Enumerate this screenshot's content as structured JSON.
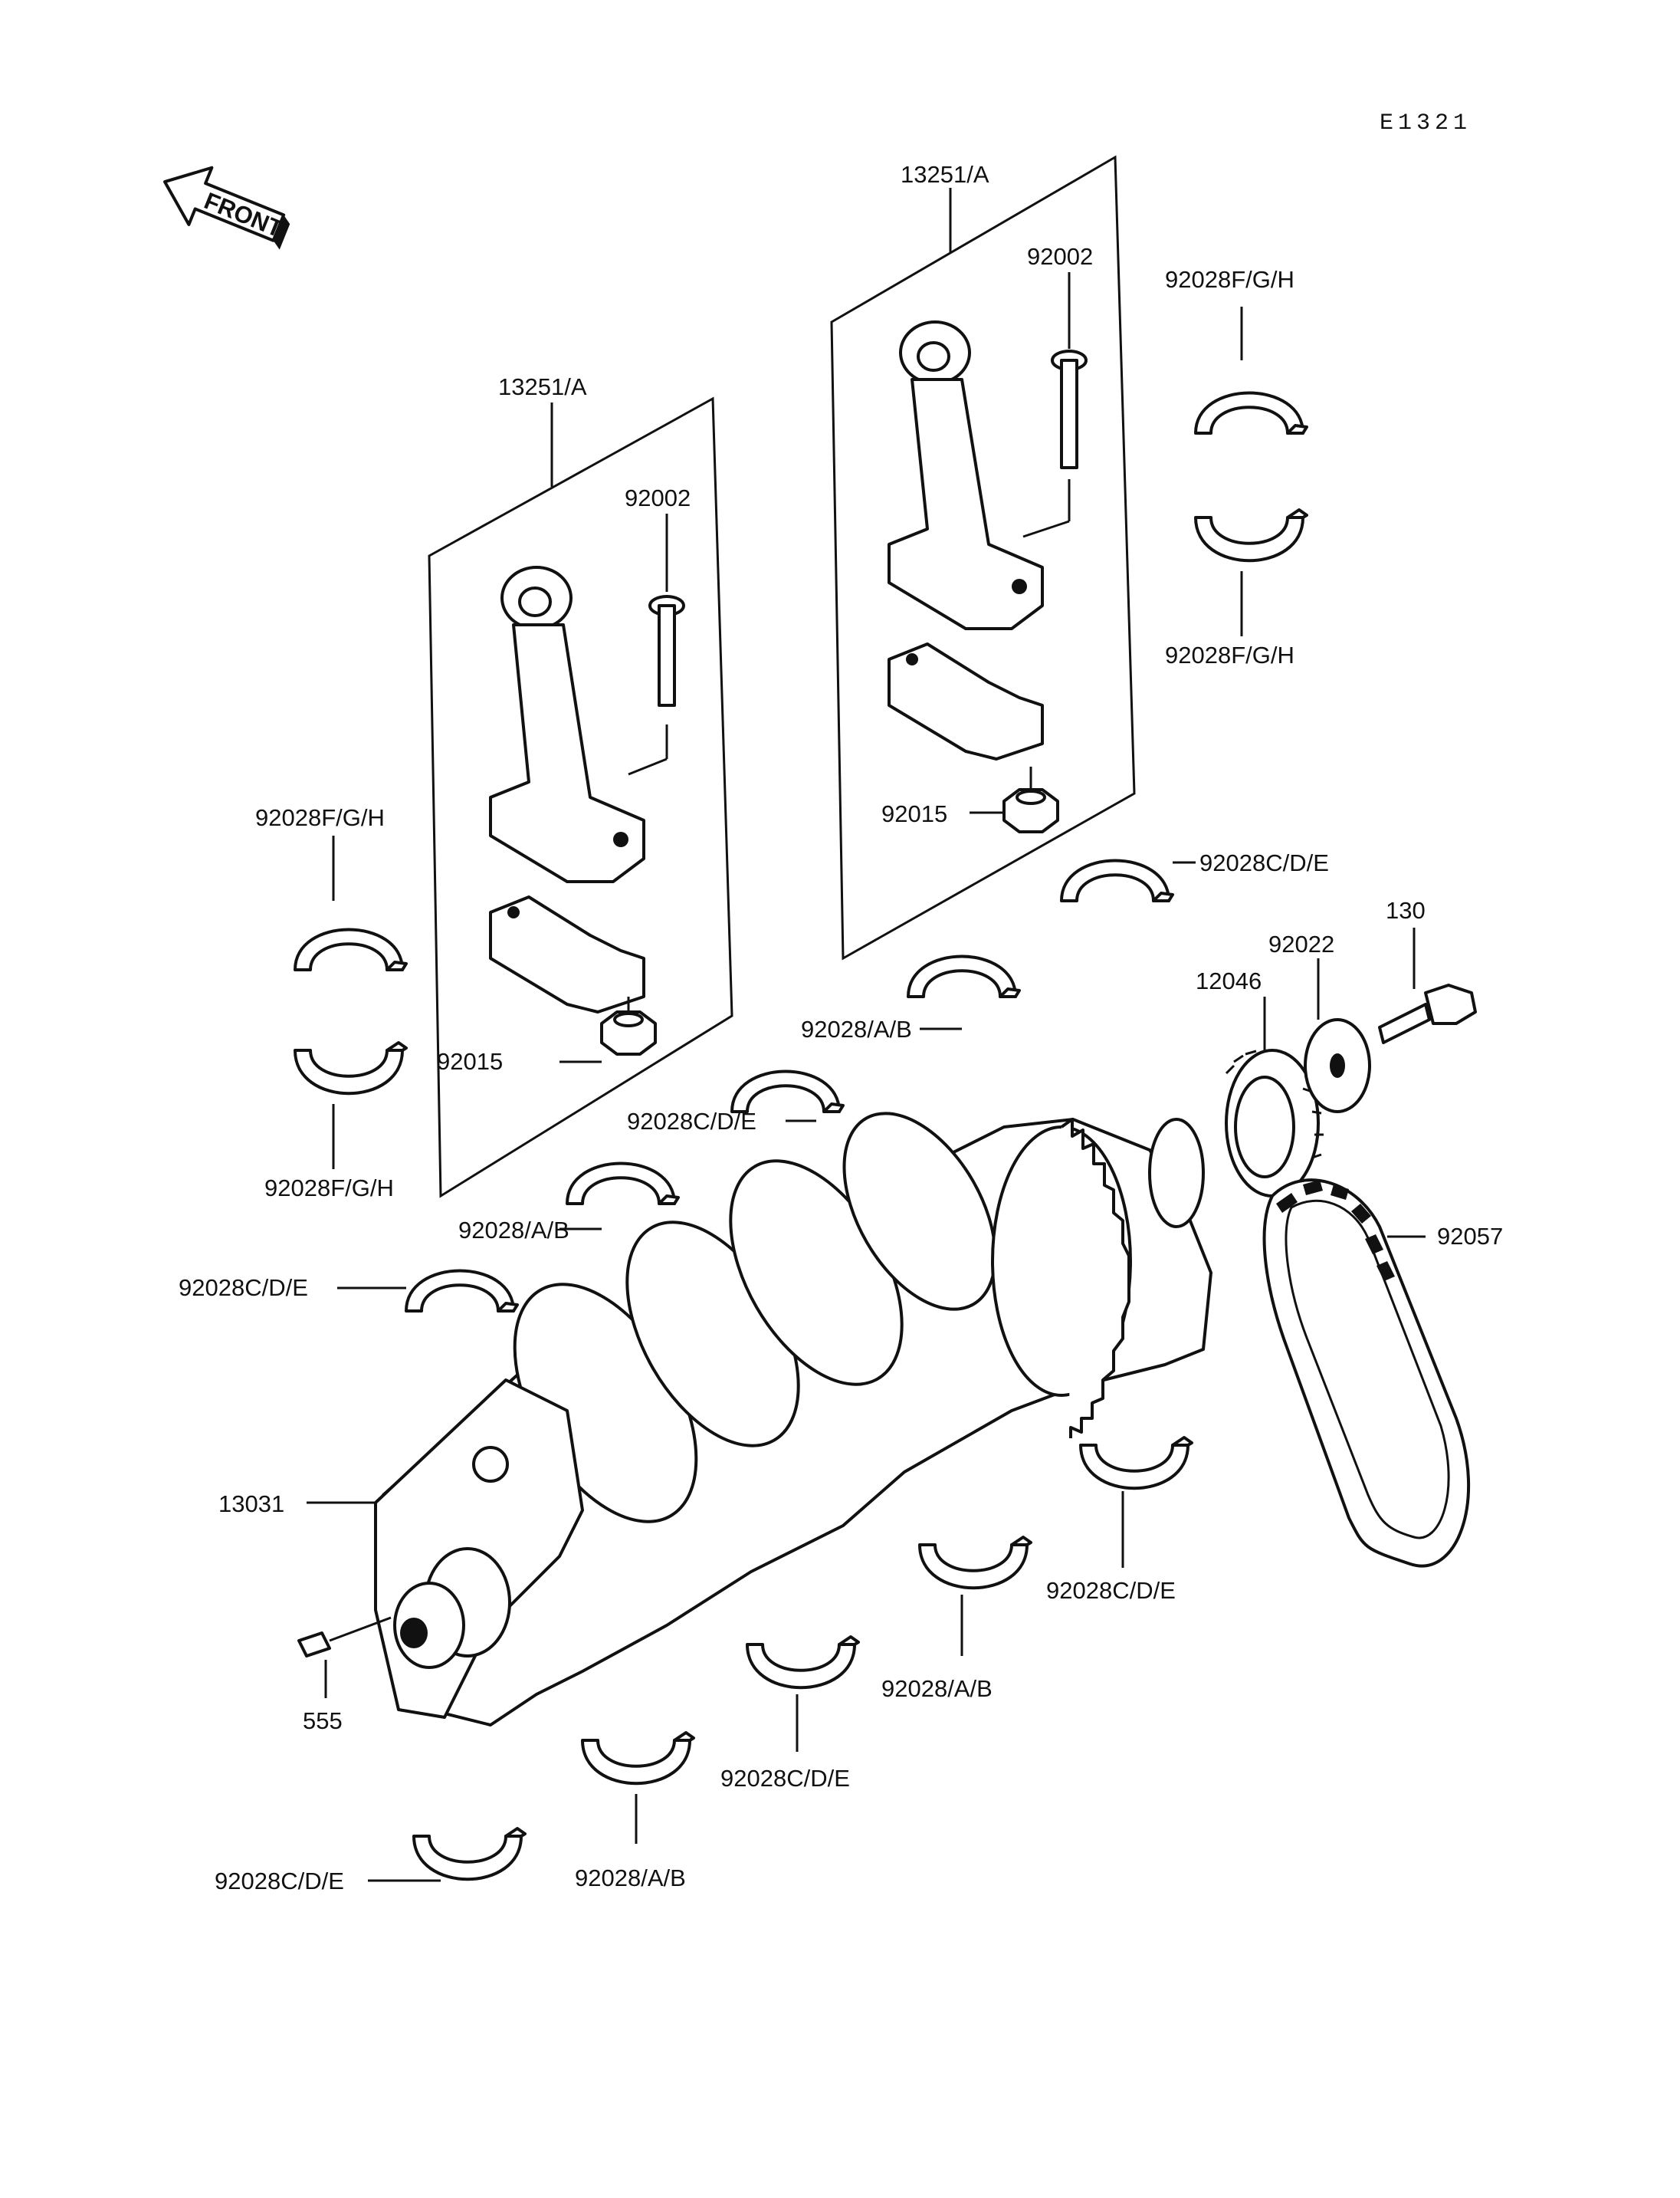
{
  "diagram_code": "E1321",
  "front_label": "FRONT",
  "labels": {
    "conrod_assy_left": "13251/A",
    "conrod_assy_right": "13251/A",
    "bolt_left": "92002",
    "bolt_right": "92002",
    "nut_left": "92015",
    "nut_right": "92015",
    "bearing_fgh_top_upper": "92028F/G/H",
    "bearing_fgh_top_lower": "92028F/G/H",
    "bearing_fgh_left_upper": "92028F/G/H",
    "bearing_fgh_left_lower": "92028F/G/H",
    "bearing_cde_right": "92028C/D/E",
    "bearing_ab_top": "92028/A/B",
    "bearing_cde_mid": "92028C/D/E",
    "bearing_ab_mid": "92028/A/B",
    "bearing_cde_left": "92028C/D/E",
    "bearing_cde_lower_right": "92028C/D/E",
    "bearing_ab_lower": "92028/A/B",
    "bearing_cde_lower_mid": "92028C/D/E",
    "bearing_ab_bottom": "92028/A/B",
    "bearing_cde_bottom": "92028C/D/E",
    "crankshaft": "13031",
    "pin": "555",
    "gear": "12046",
    "washer": "92022",
    "bolt_130": "130",
    "chain": "92057"
  }
}
